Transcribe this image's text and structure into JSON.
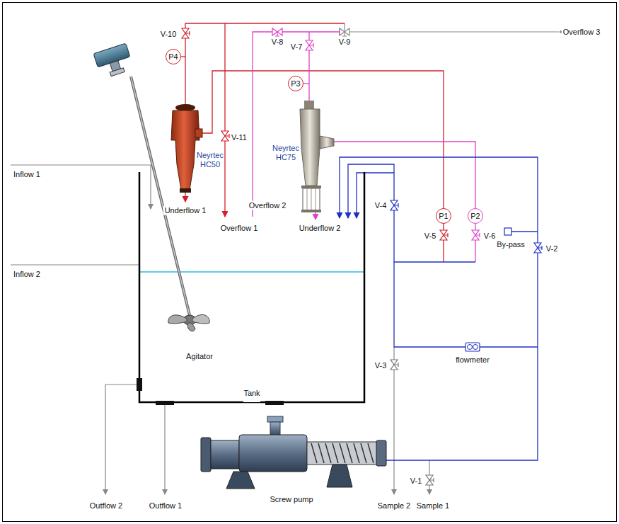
{
  "diagram": {
    "nodes": [
      {
        "text": [
          "P4"
        ]
      },
      {
        "text": [
          "P3"
        ]
      },
      {
        "text": [
          "P1"
        ]
      },
      {
        "text": [
          "P2"
        ]
      },
      {
        "text": [
          "Tank"
        ]
      }
    ],
    "labels": [
      "Overflow 3",
      "V-10",
      "V-8",
      "V-9",
      "V-7",
      "V-11",
      "Neyrtec HC50",
      "Neyrtec HC75",
      "Inflow 1",
      "Underflow 1",
      "Overflow 1",
      "Overflow 2",
      "Underflow 2",
      "V-4",
      "V-5",
      "V-6",
      "V-2",
      "Inflow 2",
      "By-pass",
      "Agitator",
      "flowmeter",
      "V-3",
      "Screw pump",
      "V-1",
      "Outflow 2",
      "Outflow 1",
      "Sample 2",
      "Sample 1"
    ]
  }
}
